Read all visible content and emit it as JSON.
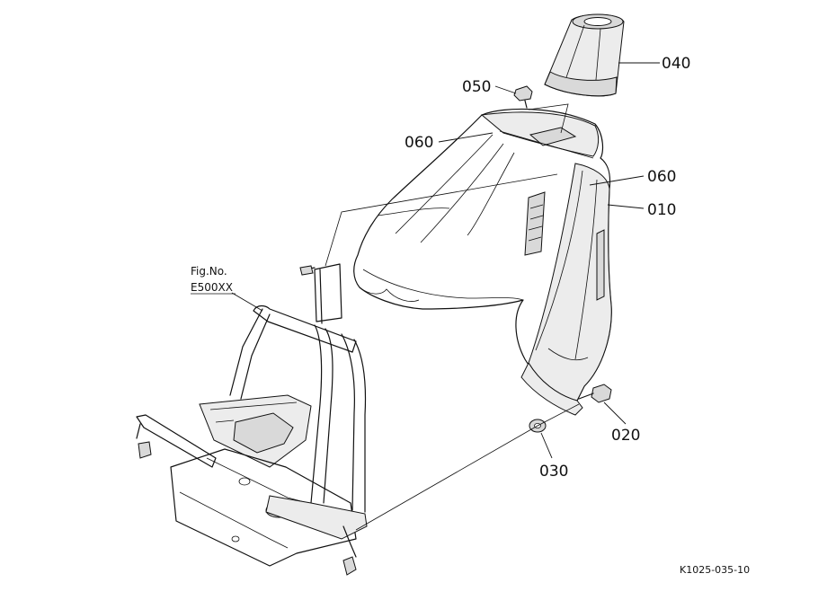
{
  "figure_ref": {
    "line1": "Fig.No.",
    "line2": "E500XX"
  },
  "callouts": [
    {
      "id": "010",
      "label": "010"
    },
    {
      "id": "020",
      "label": "020"
    },
    {
      "id": "030",
      "label": "030"
    },
    {
      "id": "040",
      "label": "040"
    },
    {
      "id": "050",
      "label": "050"
    },
    {
      "id": "060a",
      "label": "060"
    },
    {
      "id": "060b",
      "label": "060"
    }
  ],
  "drawing_number": "K1025-035-10"
}
